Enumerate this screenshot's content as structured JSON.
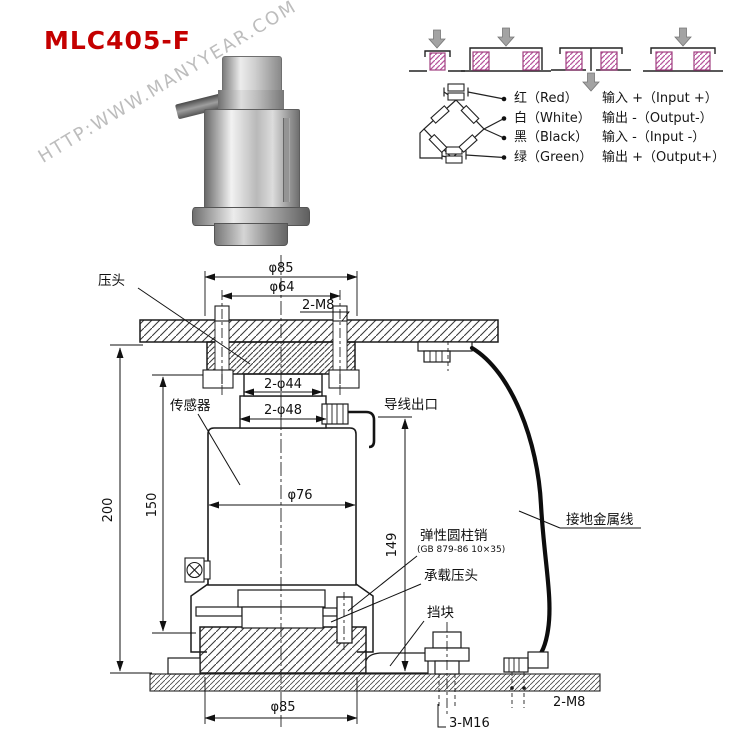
{
  "product": {
    "model": "MLC405-F"
  },
  "watermark": {
    "text": "HTTP:WWW.MANYYEAR.COM"
  },
  "colors": {
    "title": "#c40000",
    "mount_hatch": "#b8569e",
    "line": "#1c1c1c"
  },
  "wiring": {
    "rows": [
      {
        "wire": "红（Red）",
        "signal": "输入 +（Input +）"
      },
      {
        "wire": "白（White）",
        "signal": "输出 -（Output-）"
      },
      {
        "wire": "黑（Black）",
        "signal": "输入 -（Input -）"
      },
      {
        "wire": "绿（Green）",
        "signal": "输出 +（Output+）"
      }
    ]
  },
  "drawing": {
    "labels": {
      "press_head": "压头",
      "sensor": "传感器",
      "cable_outlet": "导线出口",
      "elastic_pin": "弹性圆柱销",
      "elastic_pin_spec": "(GB 879-86 10×35)",
      "bearing_head": "承载压头",
      "stop_block": "挡块",
      "ground_wire": "接地金属线"
    },
    "dims": {
      "top_dia": "φ85",
      "bolt_circle": "φ64",
      "top_thread": "2-M8",
      "seat_dia_44": "2-φ44",
      "seat_dia_48": "2-φ48",
      "body_dia": "φ76",
      "height_total": "200",
      "height_sensor": "150",
      "height_right": "149",
      "base_dia": "φ85",
      "anchor_thread": "3-M16",
      "clamp_thread": "2-M8"
    }
  }
}
